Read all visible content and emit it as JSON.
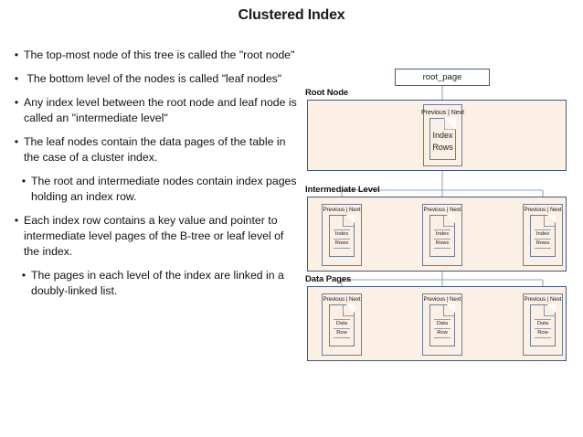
{
  "slide": {
    "title": "Clustered Index"
  },
  "bullets": [
    {
      "marker": "•",
      "text": "The top-most node of this tree is called the \"root node\"",
      "indent": 0
    },
    {
      "marker": "•",
      "text": " The bottom level of the nodes is called \"leaf nodes\"",
      "indent": 0
    },
    {
      "marker": "•",
      "text": "Any index level between the root node and leaf node is called an \"intermediate level\"",
      "indent": 0
    },
    {
      "marker": "•",
      "text": "The leaf nodes contain the data pages of the table in the case of a cluster index.",
      "indent": 0
    },
    {
      "marker": "•",
      "text": "The root and intermediate nodes contain index pages holding an index row.",
      "indent": 1
    },
    {
      "marker": "•",
      "text": "Each index row contains a key value and pointer to intermediate level pages of the B-tree or leaf level of the index.",
      "indent": 0
    },
    {
      "marker": "•",
      "text": "The pages in each level of the index are linked in a doubly-linked list.",
      "indent": 1
    }
  ],
  "diagram": {
    "root_page_label": "root_page",
    "levels": [
      {
        "id": "root",
        "label": "Root Node"
      },
      {
        "id": "inter",
        "label": "Intermediate Level"
      },
      {
        "id": "data",
        "label": "Data Pages"
      }
    ],
    "node_header": "Previous  |  Next",
    "root_node": {
      "page_text_line1": "Index",
      "page_text_line2": "Rows"
    },
    "intermediate_nodes": [
      {
        "page_text_line1": "Index",
        "page_text_line2": "Rows"
      },
      {
        "page_text_line1": "Index",
        "page_text_line2": "Rows"
      },
      {
        "page_text_line1": "Index",
        "page_text_line2": "Rows"
      }
    ],
    "data_nodes": [
      {
        "page_text_line1": "Data",
        "page_text_line2": "Row"
      },
      {
        "page_text_line1": "Data",
        "page_text_line2": "Row"
      },
      {
        "page_text_line1": "Data",
        "page_text_line2": "Row"
      }
    ],
    "colors": {
      "panel_fill": "#fcf0e4",
      "panel_border": "#41587f",
      "node_border": "#6a7e9c",
      "connector": "#8fa5c2",
      "root_box_border": "#3f5f8f",
      "text": "#111111"
    }
  }
}
